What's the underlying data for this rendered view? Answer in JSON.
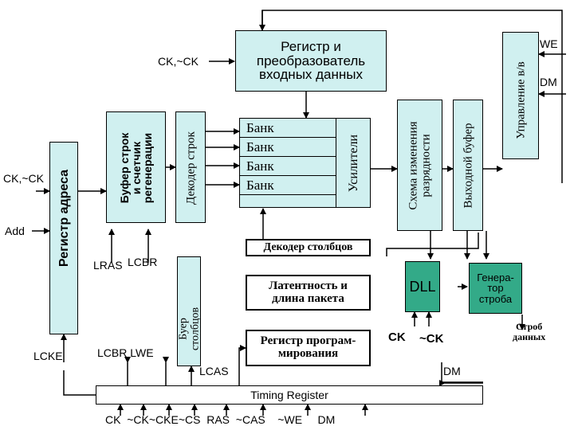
{
  "blocks": {
    "input_register": [
      "Регистр и",
      "преобразователь",
      "входных данных"
    ],
    "row_decoder": "Декодер строк",
    "row_buffer": [
      "Буфер строк",
      "и счетчик",
      "регенерации"
    ],
    "address_register": "Регистр адреса",
    "banks": [
      "Банк",
      "Банк",
      "Банк",
      "Банк"
    ],
    "amplifiers": "Усилители",
    "width_scheme": [
      "Схема изменения",
      "разрядности"
    ],
    "output_buffer": "Выходной буфер",
    "io_control": "Управление в/в",
    "column_decoder": "Декодер столбцов",
    "latency": [
      "Латентность и",
      "длина пакета"
    ],
    "mode_register": [
      "Регистр програм-",
      "мирования"
    ],
    "column_buffer": [
      "Буер",
      "столбцов"
    ],
    "dll": "DLL",
    "strobe_gen": [
      "Генера-",
      "тор",
      "строба"
    ],
    "timing_register": "Timing Register"
  },
  "labels": {
    "ck_top": "CK,~CK",
    "ck_left": "CK,~CK",
    "add": "Add",
    "lras": "LRAS",
    "lcbr_top": "LCBR",
    "lcke": "LCKE",
    "lcbr_lwe": "LCBR LWE",
    "lcas": "LCAS",
    "we": "WE",
    "dm_right": "DM",
    "dm_bottom": "DM",
    "ck_dll": "CK",
    "nck_dll": "~CK",
    "strobe_out": [
      "Строб",
      "данных"
    ],
    "bottom_signals": "CK  ~CK~CKE~CS  RAS  ~CAS    ~WE     DM"
  }
}
